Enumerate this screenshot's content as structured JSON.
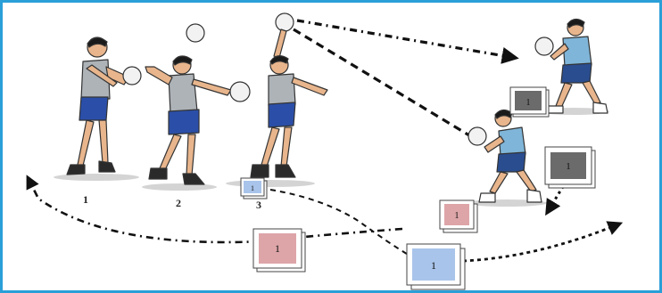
{
  "frame": {
    "border_color": "#2a9fd8"
  },
  "steps": [
    {
      "label": "1"
    },
    {
      "label": "2"
    },
    {
      "label": "3"
    }
  ],
  "card_label": "1",
  "colors": {
    "shirt": "#aeb3b8",
    "shorts": "#2b4fa8",
    "receiver_shirt": "#7fb5d8",
    "receiver_shorts": "#2a4d8f",
    "card_pink": "#dda5a8",
    "card_blue": "#a9c4ea",
    "card_gray": "#6b6b6b",
    "path": "#111111"
  }
}
